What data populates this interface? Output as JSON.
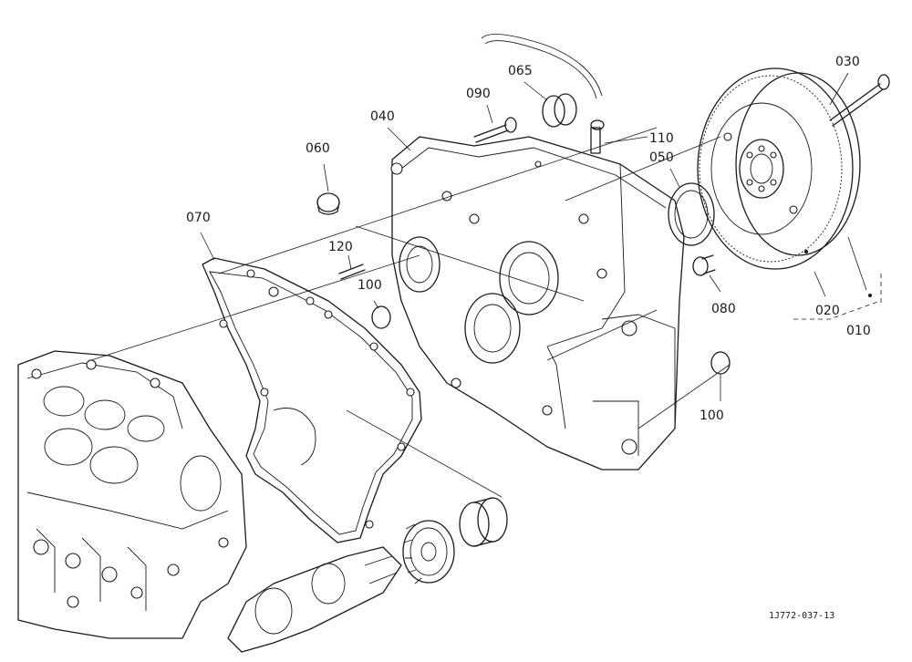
{
  "diagram": {
    "callouts": {
      "c010": "010",
      "c020": "020",
      "c030": "030",
      "c040": "040",
      "c050": "050",
      "c060": "060",
      "c065": "065",
      "c070": "070",
      "c080": "080",
      "c090": "090",
      "c100a": "100",
      "c100b": "100",
      "c110": "110",
      "c120": "120"
    },
    "drawing_code": "1J772-037-13"
  }
}
